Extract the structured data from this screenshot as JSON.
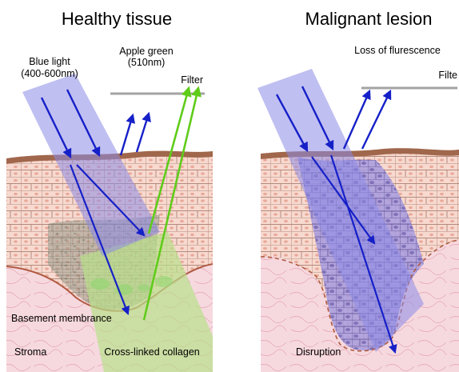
{
  "panels": {
    "healthy": {
      "title": "Healthy tissue",
      "blue_light": [
        "Blue light",
        "(400-600nm)"
      ],
      "apple_green": [
        "Apple green",
        "(510nm)"
      ],
      "filter": "Filter",
      "basement": "Basement membrance",
      "stroma": "Stroma",
      "collagen": "Cross-linked collagen"
    },
    "malignant": {
      "title": "Malignant lesion",
      "loss": "Loss of flurescence",
      "filter": "Filte",
      "disruption": "Disruption"
    }
  },
  "colors": {
    "blue_beam": "#8d8be6",
    "blue_arrow": "#1620c8",
    "green_arrow": "#5fcc1a",
    "green_beam": "#b9e08a",
    "skin_surface": "#a0674c",
    "cell_fill": "#f7d9cf",
    "cell_stroke": "#b58a7c",
    "stroma": "#f6d9df",
    "filter_line": "#a3a3a3"
  }
}
